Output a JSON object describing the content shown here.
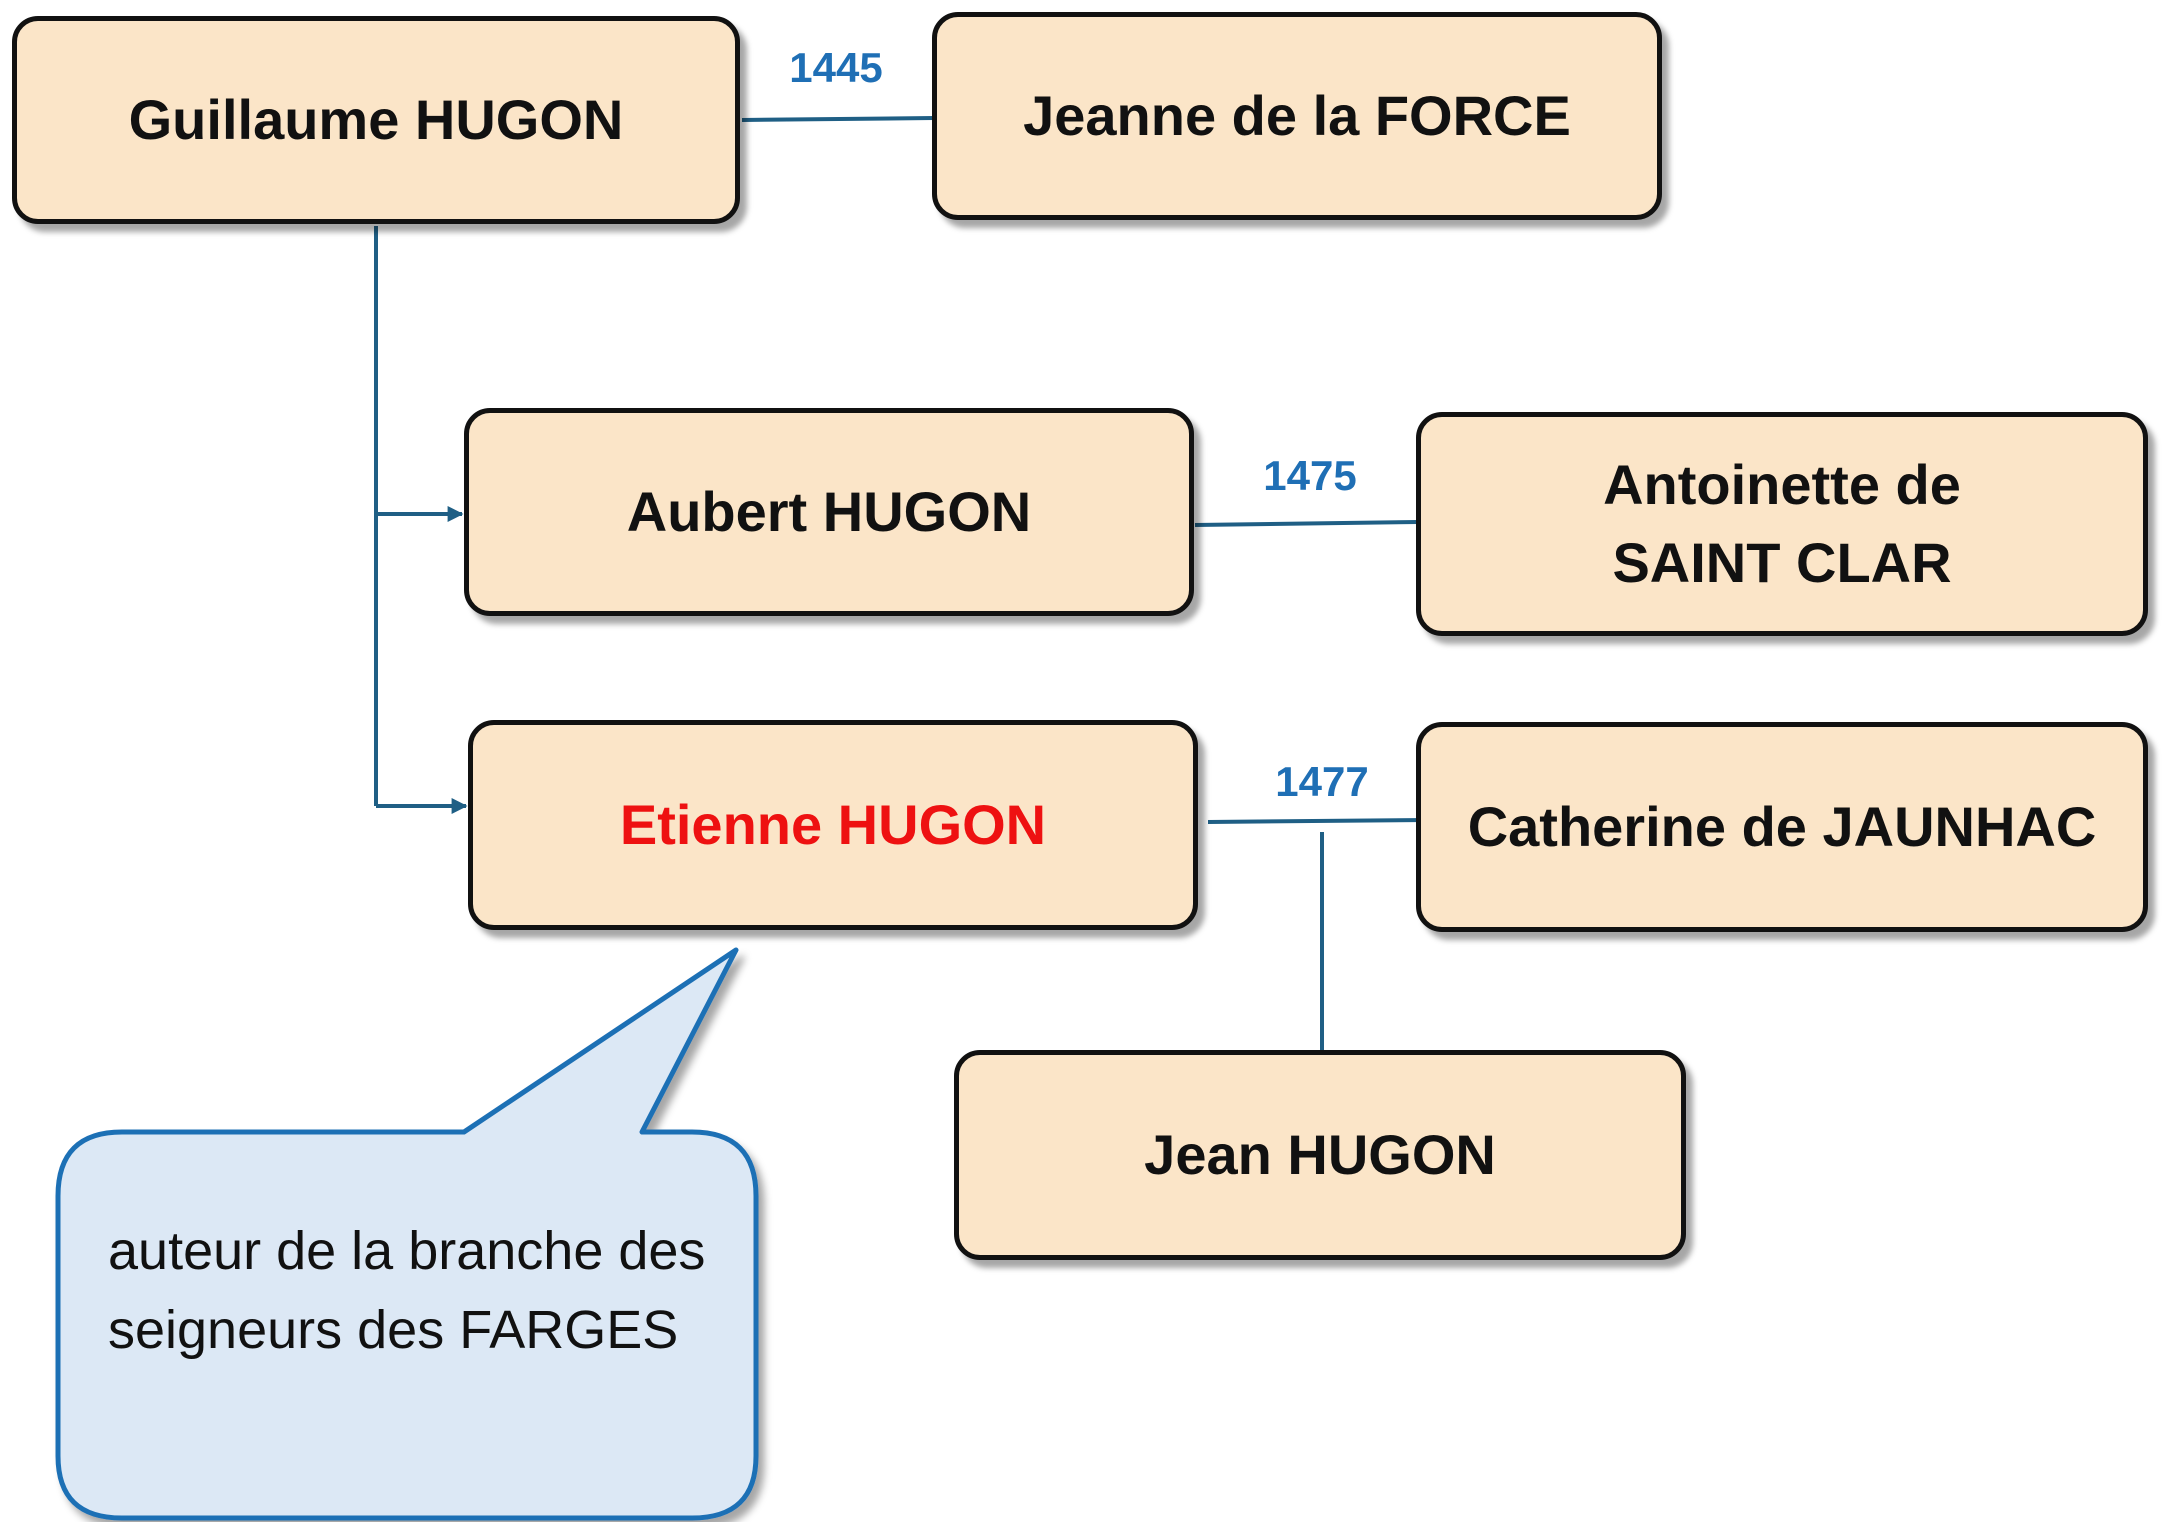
{
  "people": {
    "guillaume": "Guillaume HUGON",
    "jeanne": "Jeanne de la FORCE",
    "aubert": "Aubert HUGON",
    "antoinette": "Antoinette de SAINT CLAR",
    "etienne": "Etienne HUGON",
    "catherine": "Catherine de JAUNHAC",
    "jean": "Jean HUGON"
  },
  "marriages": {
    "guillaume_jeanne": "1445",
    "aubert_antoinette": "1475",
    "etienne_catherine": "1477"
  },
  "callout": {
    "text": "auteur de la  branche des seigneurs des FARGES"
  },
  "colors": {
    "box_fill": "#fbe5c8",
    "box_border": "#111111",
    "line": "#1f5f85",
    "year": "#1f6fb5",
    "highlight": "#ee1111",
    "callout_fill": "#dce8f5",
    "callout_border": "#1f6fb5"
  }
}
